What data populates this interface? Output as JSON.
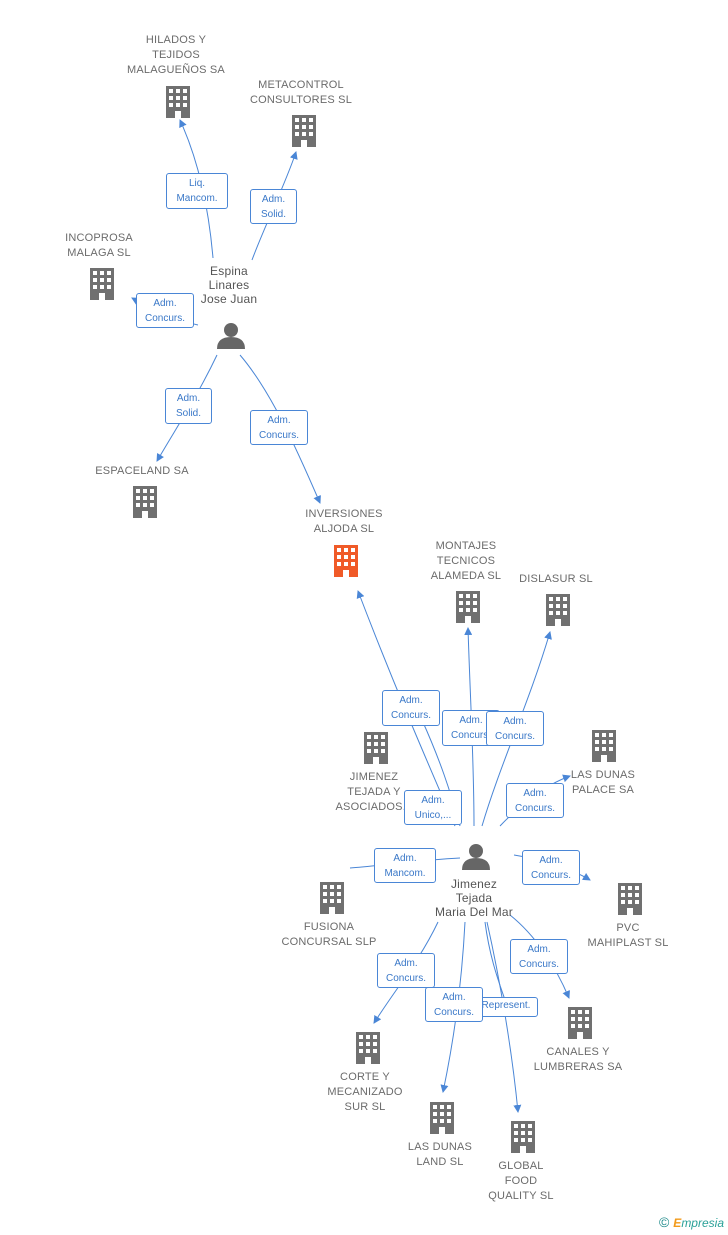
{
  "colors": {
    "edge": "#4a86d6",
    "building": "#707070",
    "focus_building": "#f05a28",
    "person": "#666666"
  },
  "companies": {
    "hilados": "HILADOS Y\nTEJIDOS\nMALAGUEÑOS SA",
    "metacontrol": "METACONTROL\nCONSULTORES SL",
    "incoprosa": "INCOPROSA\nMALAGA SL",
    "espaceland": "ESPACELAND SA",
    "inversiones": "INVERSIONES\nALJODA SL",
    "montajes": "MONTAJES\nTECNICOS\nALAMEDA SL",
    "dislasur": "DISLASUR SL",
    "jimenez_asoc": "JIMENEZ\nTEJADA Y\nASOCIADOS...",
    "lasdunas_palace": "LAS DUNAS\nPALACE SA",
    "fusiona": "FUSIONA\nCONCURSAL SLP",
    "pvc": "PVC\nMAHIPLAST SL",
    "canales": "CANALES Y\nLUMBRERAS SA",
    "corte": "CORTE Y\nMECANIZADO\nSUR SL",
    "lasdunas_land": "LAS DUNAS\nLAND SL",
    "globalfood": "GLOBAL\nFOOD\nQUALITY SL"
  },
  "people": {
    "espina": "Espina\nLinares\nJose Juan",
    "jimenez": "Jimenez\nTejada\nMaria Del Mar"
  },
  "relations": {
    "liq_mancom": "Liq.\nMancom.",
    "adm_solid_meta": "Adm.\nSolid.",
    "adm_concurs_inco": "Adm.\nConcurs.",
    "adm_solid_espace": "Adm.\nSolid.",
    "adm_concurs_inver1": "Adm.\nConcurs.",
    "adm_concurs_inver2": "Adm.\nConcurs.",
    "adm_concurs_montajes": "Adm.\nConcurs.",
    "adm_concurs_dislasur": "Adm.\nConcurs.",
    "adm_unico": "Adm.\nUnico,...",
    "adm_concurs_palace": "Adm.\nConcurs.",
    "adm_mancom": "Adm.\nMancom.",
    "adm_concurs_pvc": "Adm.\nConcurs.",
    "adm_concurs_canales": "Adm.\nConcurs.",
    "adm_concurs_corte": "Adm.\nConcurs.",
    "represent": "Represent.",
    "adm_concurs_land": "Adm.\nConcurs."
  },
  "footer": {
    "copyright": "©",
    "brand_e": "E",
    "brand_rest": "mpresia"
  }
}
